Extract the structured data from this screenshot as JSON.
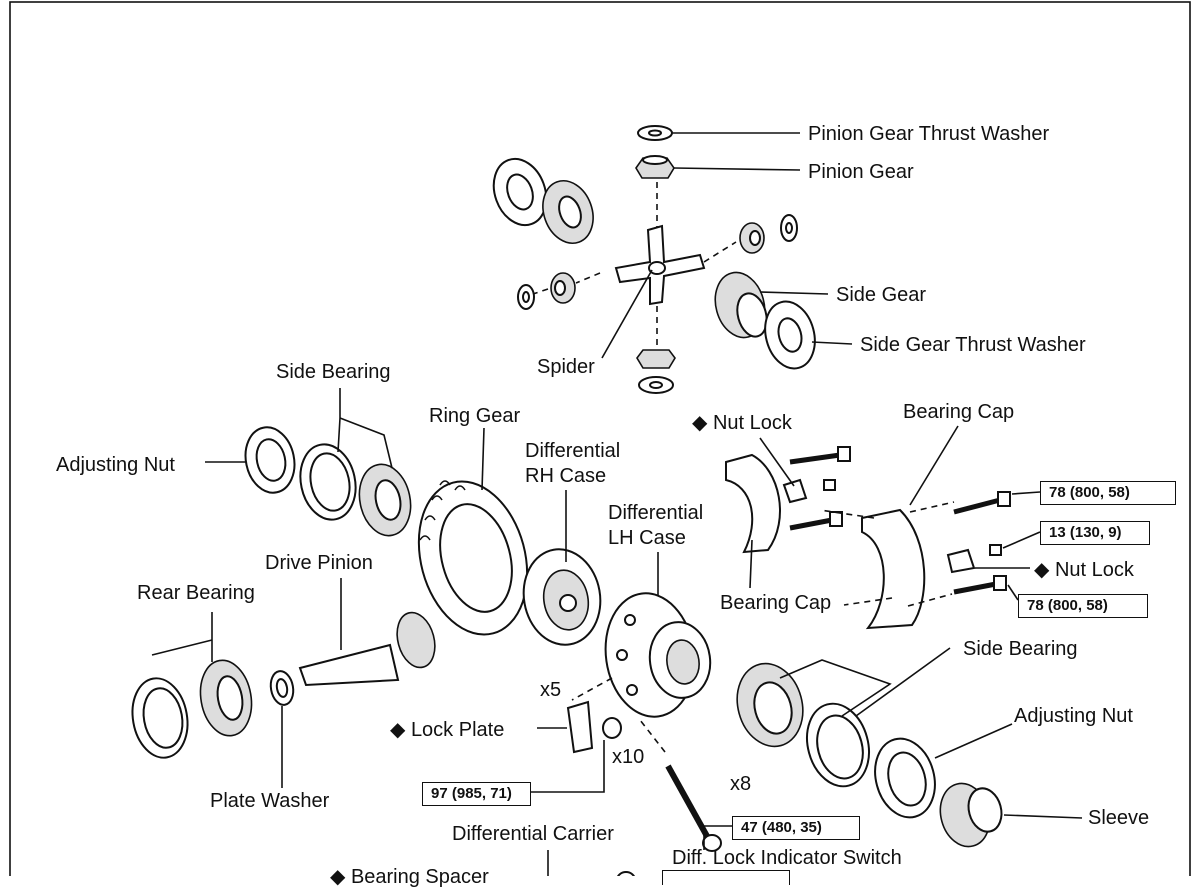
{
  "labels": {
    "pinion_gear_thrust_washer": "Pinion Gear Thrust Washer",
    "pinion_gear": "Pinion Gear",
    "side_gear": "Side Gear",
    "side_gear_thrust_washer": "Side Gear Thrust Washer",
    "spider": "Spider",
    "side_bearing_left": "Side Bearing",
    "adjusting_nut_left": "Adjusting Nut",
    "ring_gear": "Ring Gear",
    "differential_rh_case_line1": "Differential",
    "differential_rh_case_line2": "RH Case",
    "differential_lh_case_line1": "Differential",
    "differential_lh_case_line2": "LH Case",
    "nut_lock_top": "◆ Nut Lock",
    "bearing_cap_top": "Bearing Cap",
    "bearing_cap_middle": "Bearing Cap",
    "nut_lock_right": "◆ Nut Lock",
    "drive_pinion": "Drive Pinion",
    "rear_bearing": "Rear Bearing",
    "plate_washer": "Plate Washer",
    "lock_plate": "◆ Lock Plate",
    "x5": "x5",
    "x10": "x10",
    "x8": "x8",
    "side_bearing_right": "Side Bearing",
    "adjusting_nut_right": "Adjusting Nut",
    "sleeve": "Sleeve",
    "differential_carrier": "Differential Carrier",
    "diff_lock_indicator_switch": "Diff. Lock Indicator Switch",
    "bearing_spacer_partial": "◆ Bearing Spacer"
  },
  "torque": {
    "t78_upper": "78 (800, 58)",
    "t13": "13 (130, 9)",
    "t78_lower": "78 (800, 58)",
    "t97": "97 (985, 71)",
    "t47": "47 (480, 35)"
  }
}
